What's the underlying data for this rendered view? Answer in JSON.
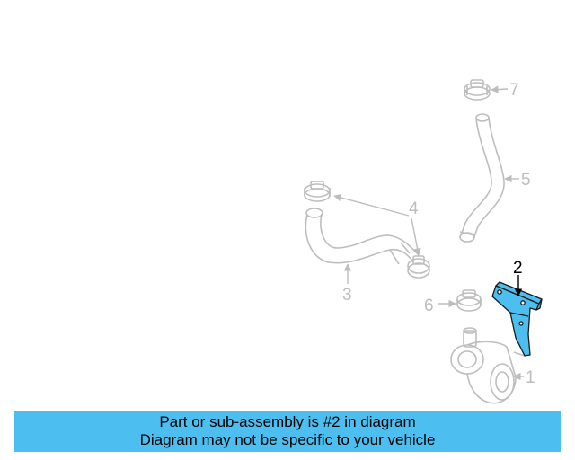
{
  "diagram": {
    "highlight_color": "#4dbef0",
    "line_color": "#bdbdbd",
    "callouts": {
      "c1": "1",
      "c2": "2",
      "c3": "3",
      "c4": "4",
      "c5": "5",
      "c6": "6",
      "c7": "7"
    }
  },
  "banner": {
    "line1": "Part or sub-assembly is #2 in diagram",
    "line2": "Diagram may not be specific to your vehicle",
    "background": "#4dbef0"
  }
}
